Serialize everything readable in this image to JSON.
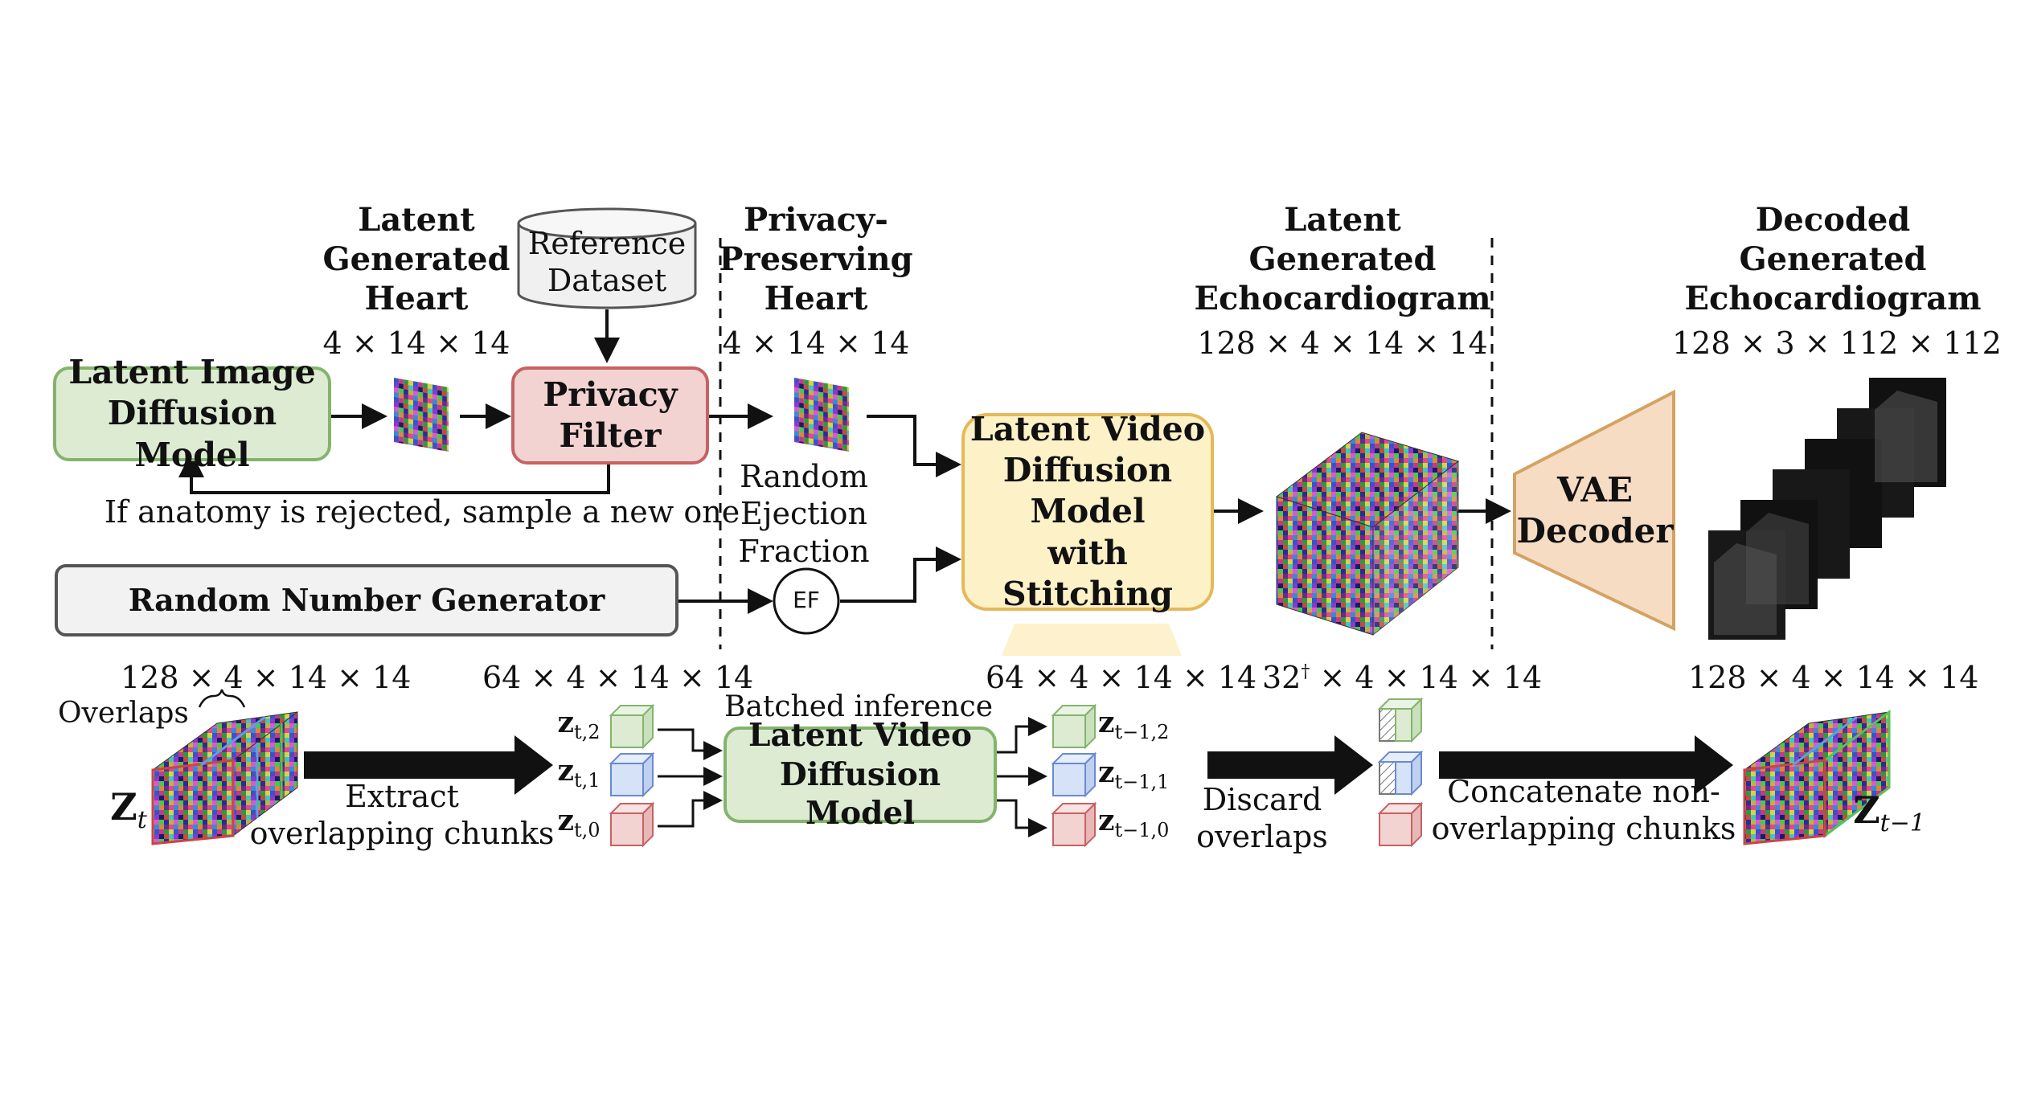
{
  "top": {
    "latent_heart": {
      "l1": "Latent",
      "l2": "Generated",
      "l3": "Heart",
      "dim": "4 × 14 × 14"
    },
    "privacy_heart": {
      "l1": "Privacy-",
      "l2": "Preserving",
      "l3": "Heart",
      "dim": "4 × 14 × 14"
    },
    "latent_echo": {
      "l1": "Latent",
      "l2": "Generated",
      "l3": "Echocardiogram",
      "dim": "128 × 4 × 14 × 14"
    },
    "decoded_echo": {
      "l1": "Decoded",
      "l2": "Generated",
      "l3": "Echocardiogram",
      "dim": "128 × 3 × 112 × 112"
    },
    "reference_dataset": {
      "l1": "Reference",
      "l2": "Dataset"
    },
    "latent_image_model": {
      "l1": "Latent Image",
      "l2": "Diffusion Model"
    },
    "privacy_filter": {
      "l1": "Privacy",
      "l2": "Filter"
    },
    "reject_note": "If anatomy is rejected, sample a new one",
    "random_ef": {
      "l1": "Random",
      "l2": "Ejection",
      "l3": "Fraction"
    },
    "ef_node": "EF",
    "rng": "Random Number Generator",
    "video_model": {
      "l1": "Latent Video",
      "l2": "Diffusion",
      "l3": "Model",
      "l4": "with Stitching"
    },
    "vae": {
      "l1": "VAE",
      "l2": "Decoder"
    }
  },
  "bottom": {
    "dim_in": "128 × 4 × 14 × 14",
    "overlaps": "Overlaps",
    "zt": "t",
    "extract": {
      "l1": "Extract",
      "l2": "overlapping chunks"
    },
    "dim_chunks": "64 × 4 × 14 × 14",
    "chunks_in": [
      "t,2",
      "t,1",
      "t,0"
    ],
    "batched": "Batched inference",
    "model": {
      "l1": "Latent Video",
      "l2": "Diffusion Model"
    },
    "dim_chunks_out": "64 × 4 × 14 × 14",
    "chunks_out": [
      "t−1,2",
      "t−1,1",
      "t−1,0"
    ],
    "discard": {
      "l1": "Discard",
      "l2": "overlaps"
    },
    "dim_discard": {
      "pre": "32",
      "sup": "†",
      "post": " × 4 × 14 × 14"
    },
    "concat": {
      "l1": "Concatenate non-",
      "l2": "overlapping chunks"
    },
    "dim_out": "128 × 4 × 14 × 14",
    "zt1": "t−1"
  },
  "colors": {
    "green": "#dcebd2",
    "red": "#f3d2d2",
    "yellow": "#fdf1c8",
    "blue": "#d6e2f7",
    "vae": "#f7dcc4"
  }
}
